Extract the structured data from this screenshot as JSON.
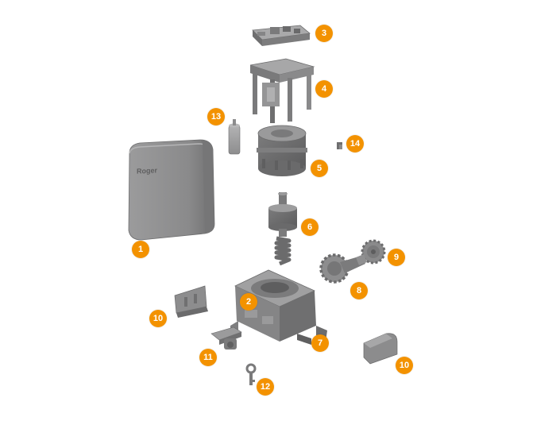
{
  "diagram": {
    "colors": {
      "accent": "#F39200",
      "part_dark": "#6f6f70",
      "part_mid": "#8a8a8b",
      "part_light": "#a6a6a7",
      "edge": "#5a5a5b"
    },
    "cover_logo_text": "Roger",
    "callouts": [
      {
        "id": "c1",
        "label": "1"
      },
      {
        "id": "c2",
        "label": "2"
      },
      {
        "id": "c3",
        "label": "3"
      },
      {
        "id": "c4",
        "label": "4"
      },
      {
        "id": "c5",
        "label": "5"
      },
      {
        "id": "c6",
        "label": "6"
      },
      {
        "id": "c7",
        "label": "7"
      },
      {
        "id": "c8",
        "label": "8"
      },
      {
        "id": "c9",
        "label": "9"
      },
      {
        "id": "c10a",
        "label": "10"
      },
      {
        "id": "c10b",
        "label": "10"
      },
      {
        "id": "c11",
        "label": "11"
      },
      {
        "id": "c12",
        "label": "12"
      },
      {
        "id": "c13",
        "label": "13"
      },
      {
        "id": "c14",
        "label": "14"
      }
    ]
  }
}
